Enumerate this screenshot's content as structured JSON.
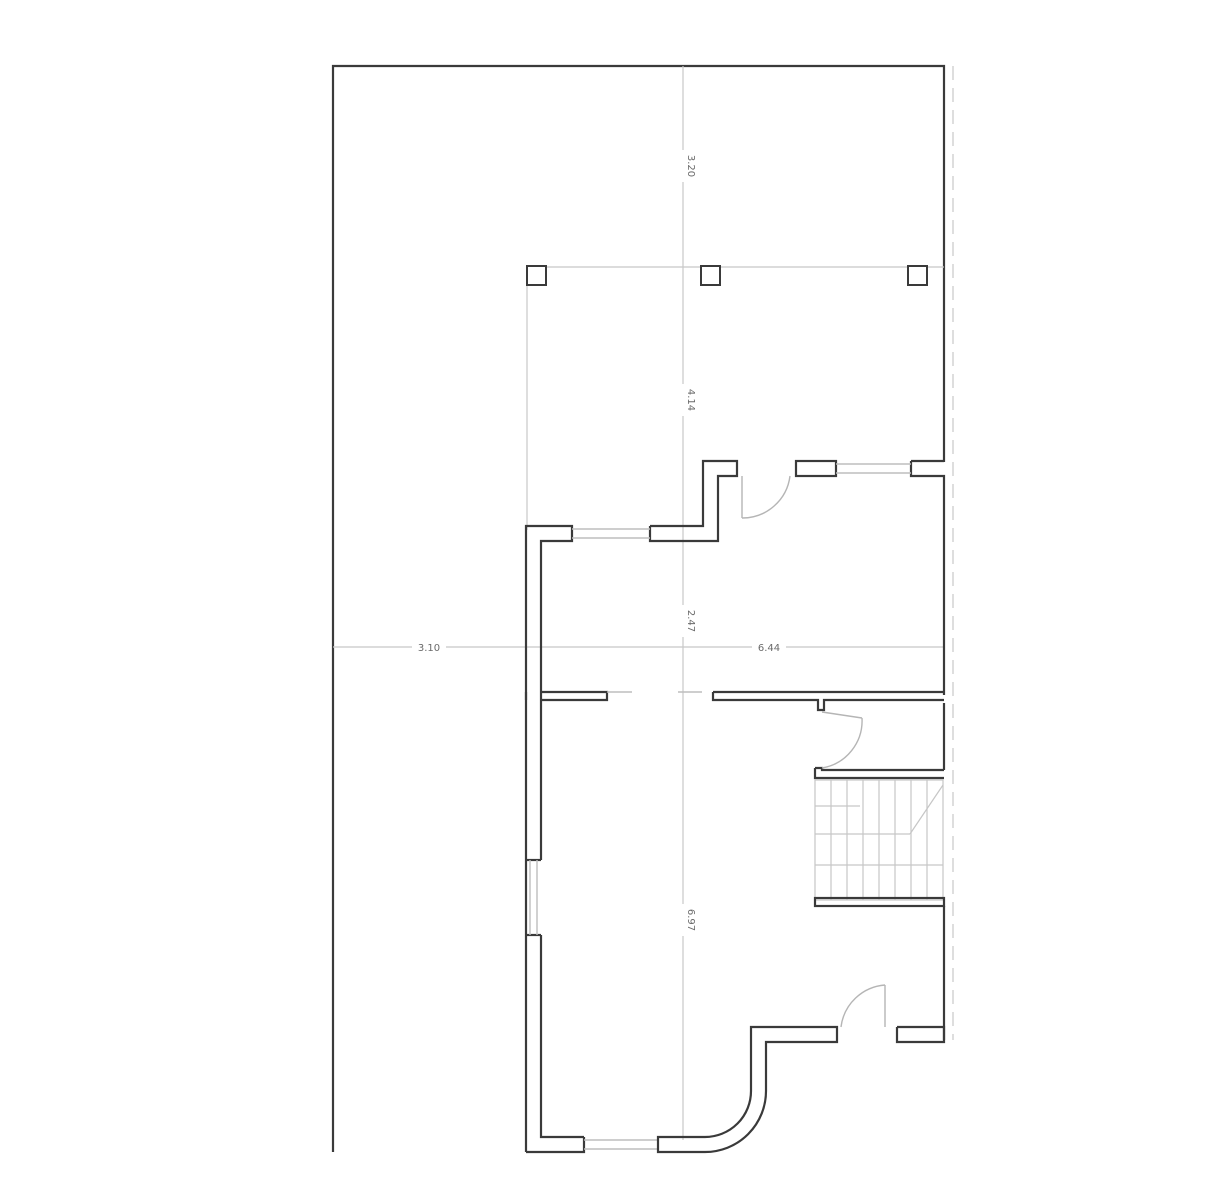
{
  "diagram": {
    "type": "architectural-floor-plan",
    "dimensions": {
      "top_yard_depth": "3.20",
      "porch_depth": "4.14",
      "middle_room_depth": "2.47",
      "left_setback": "3.10",
      "house_width": "6.44",
      "front_room_depth": "6.97"
    },
    "colors": {
      "wall": "#3a3a3a",
      "dimension_line": "#c8c8c8",
      "window": "#bdbdbd",
      "background": "#ffffff"
    }
  }
}
